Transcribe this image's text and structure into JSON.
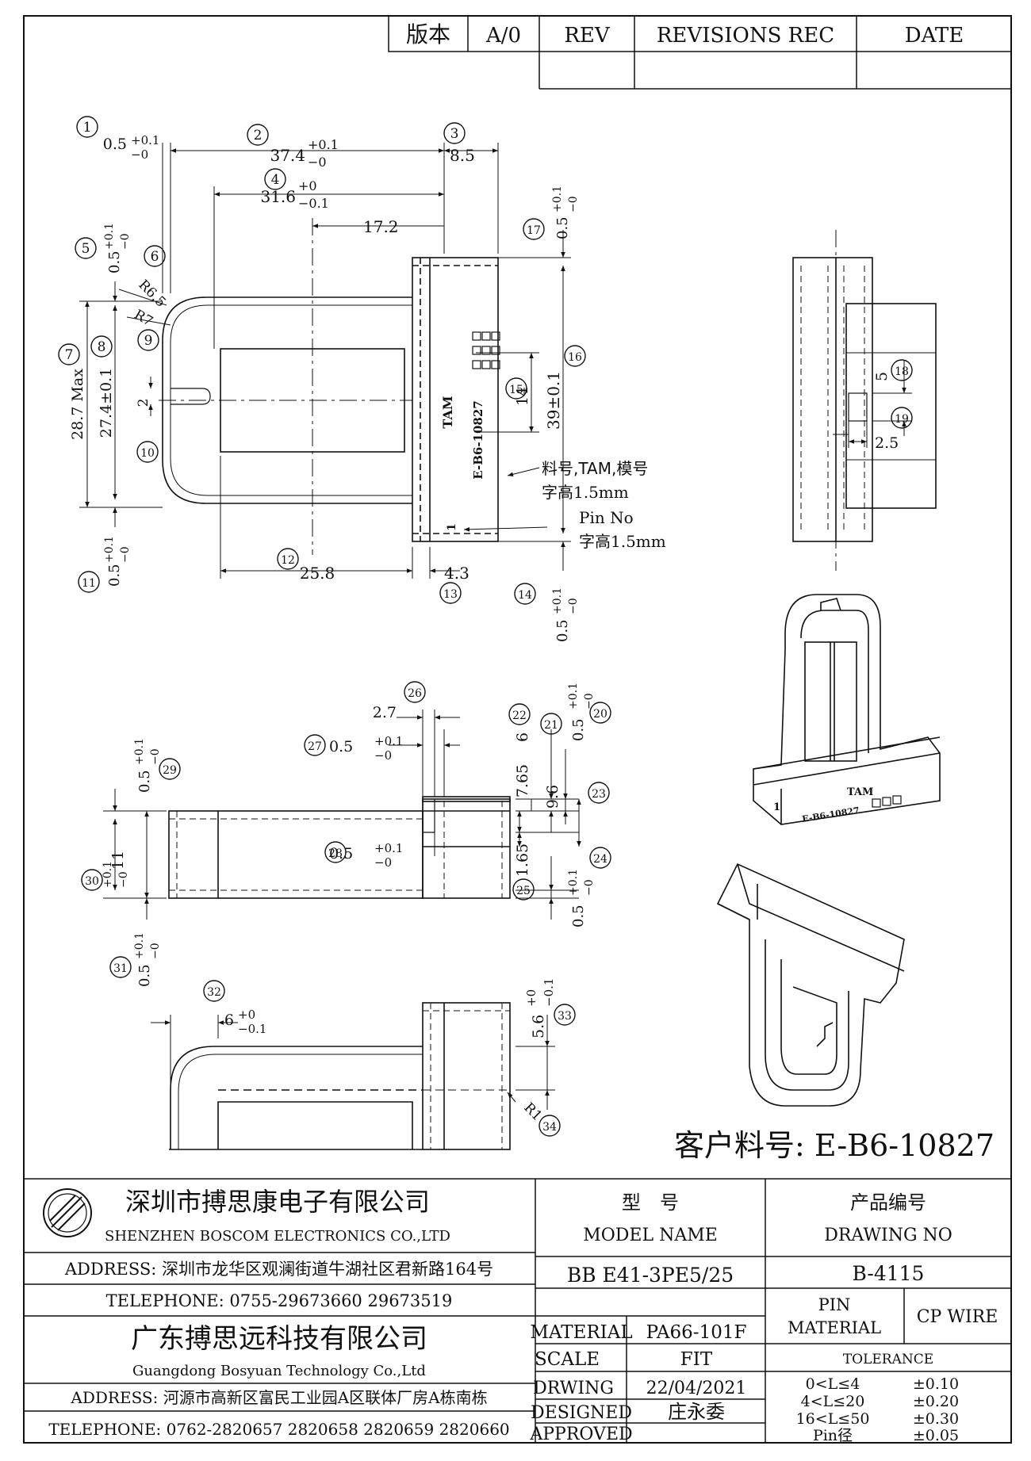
{
  "revision": {
    "col_version": "版本",
    "col_ao": "A/0",
    "col_rev": "REV",
    "col_revisions": "REVISIONS REC",
    "col_date": "DATE"
  },
  "dims": {
    "d1_tol_plus": "+0.1",
    "d1_val": "0.5",
    "d1_tol_minus": "−0",
    "d2_val": "37.4",
    "d2_tol_plus": "+0.1",
    "d2_tol_minus": "−0",
    "d3_val": "8.5",
    "d4_val": "31.6",
    "d4_tol_plus": "+0",
    "d4_tol_minus": "−0.1",
    "d_17_2": "17.2",
    "d_r6_5": "R6.5",
    "d_r7": "R7",
    "d_28_7": "28.7 Max",
    "d_27_4": "27.4±0.1",
    "d_2": "2",
    "d_14": "14",
    "d_39": "39±0.1",
    "d_25_8": "25.8",
    "d_4_3": "4.3",
    "d_05": "0.5",
    "d_tol_p01": "+0.1",
    "d_tol_m0": "−0",
    "d_5": "5",
    "d_2_5": "2.5",
    "d_2_7": "2.7",
    "d_6": "6",
    "d_7_65": "7.65",
    "d_9_6": "9.6",
    "d_1_65": "1.65",
    "d_11": "11",
    "d_6b": "6",
    "d_6b_tp": "+0",
    "d_6b_tm": "−0.1",
    "d_5_6": "5.6",
    "d_5_6_tp": "+0",
    "d_5_6_tm": "−0.1",
    "d_r1": "R1"
  },
  "balloons": [
    "1",
    "2",
    "3",
    "4",
    "5",
    "6",
    "7",
    "8",
    "9",
    "10",
    "11",
    "12",
    "13",
    "14",
    "15",
    "16",
    "17",
    "18",
    "19",
    "20",
    "21",
    "22",
    "23",
    "24",
    "25",
    "26",
    "27",
    "28",
    "29",
    "30",
    "31",
    "32",
    "33",
    "34"
  ],
  "part_marking": {
    "brand": "TAM",
    "code": "E-B6-10827",
    "pin": "1",
    "note1_line1": "料号,TAM,模号",
    "note1_line2": "字高1.5mm",
    "note2_line1": "Pin No",
    "note2_line2": "字高1.5mm"
  },
  "customer_part": "客户料号: E-B6-10827",
  "title_block": {
    "company_cn": "深圳市搏思康电子有限公司",
    "company_en": "SHENZHEN BOSCOM ELECTRONICS CO.,LTD",
    "address1": "ADDRESS: 深圳市龙华区观澜街道牛湖社区君新路164号",
    "telephone1": "TELEPHONE: 0755-29673660 29673519",
    "company2_cn": "广东搏思远科技有限公司",
    "company2_en": "Guangdong Bosyuan Technology Co.,Ltd",
    "address2": "ADDRESS: 河源市高新区富民工业园A区联体厂房A栋南栋",
    "telephone2": "TELEPHONE: 0762-2820657 2820658 2820659 2820660",
    "model_cn": "型　号",
    "model_en": "MODEL NAME",
    "drawing_cn": "产品编号",
    "drawing_en": "DRAWING NO",
    "model_value": "BB E41-3PE5/25",
    "drawing_value": "B-4115",
    "material_label": "MATERIAL",
    "material_value": "PA66-101F",
    "scale_label": "SCALE",
    "scale_value": "FIT",
    "drawing_label": "DRWING",
    "drawing_date": "22/04/2021",
    "designed_label": "DESIGNED",
    "designed_value": "庄永委",
    "approved_label": "APPROVED",
    "pin_material_label_1": "PIN",
    "pin_material_label_2": "MATERIAL",
    "pin_material_value": "CP WIRE",
    "tolerance_label": "TOLERANCE",
    "tol_rows": [
      {
        "range": "0<L≤4",
        "value": "±0.10"
      },
      {
        "range": "4<L≤20",
        "value": "±0.20"
      },
      {
        "range": "16<L≤50",
        "value": "±0.30"
      },
      {
        "range": "Pin径",
        "value": "±0.05"
      }
    ]
  }
}
